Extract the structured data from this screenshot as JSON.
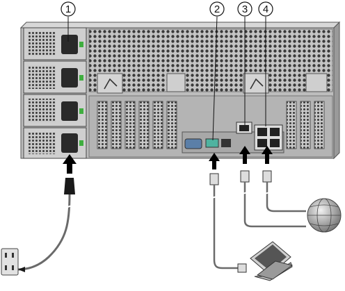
{
  "callouts": [
    {
      "label": "1"
    },
    {
      "label": "2"
    },
    {
      "label": "3"
    },
    {
      "label": "4"
    }
  ],
  "icons": {
    "power_outlet": "power-outlet-icon",
    "network_globe": "globe-icon",
    "laptop": "laptop-icon",
    "insert_arrow": "arrow-up-icon"
  },
  "colors": {
    "chassis": "#bdbdbd",
    "chassis_dark": "#8c8c8c",
    "psu": "#cfcfcf",
    "power_socket": "#2a2a2a",
    "psu_led": "#3fae3f",
    "serial_port": "#4fb3a0",
    "vga_port": "#5b7fa8",
    "cable": "#6a6a6a",
    "arrow": "#000000",
    "globe": "#888888"
  }
}
